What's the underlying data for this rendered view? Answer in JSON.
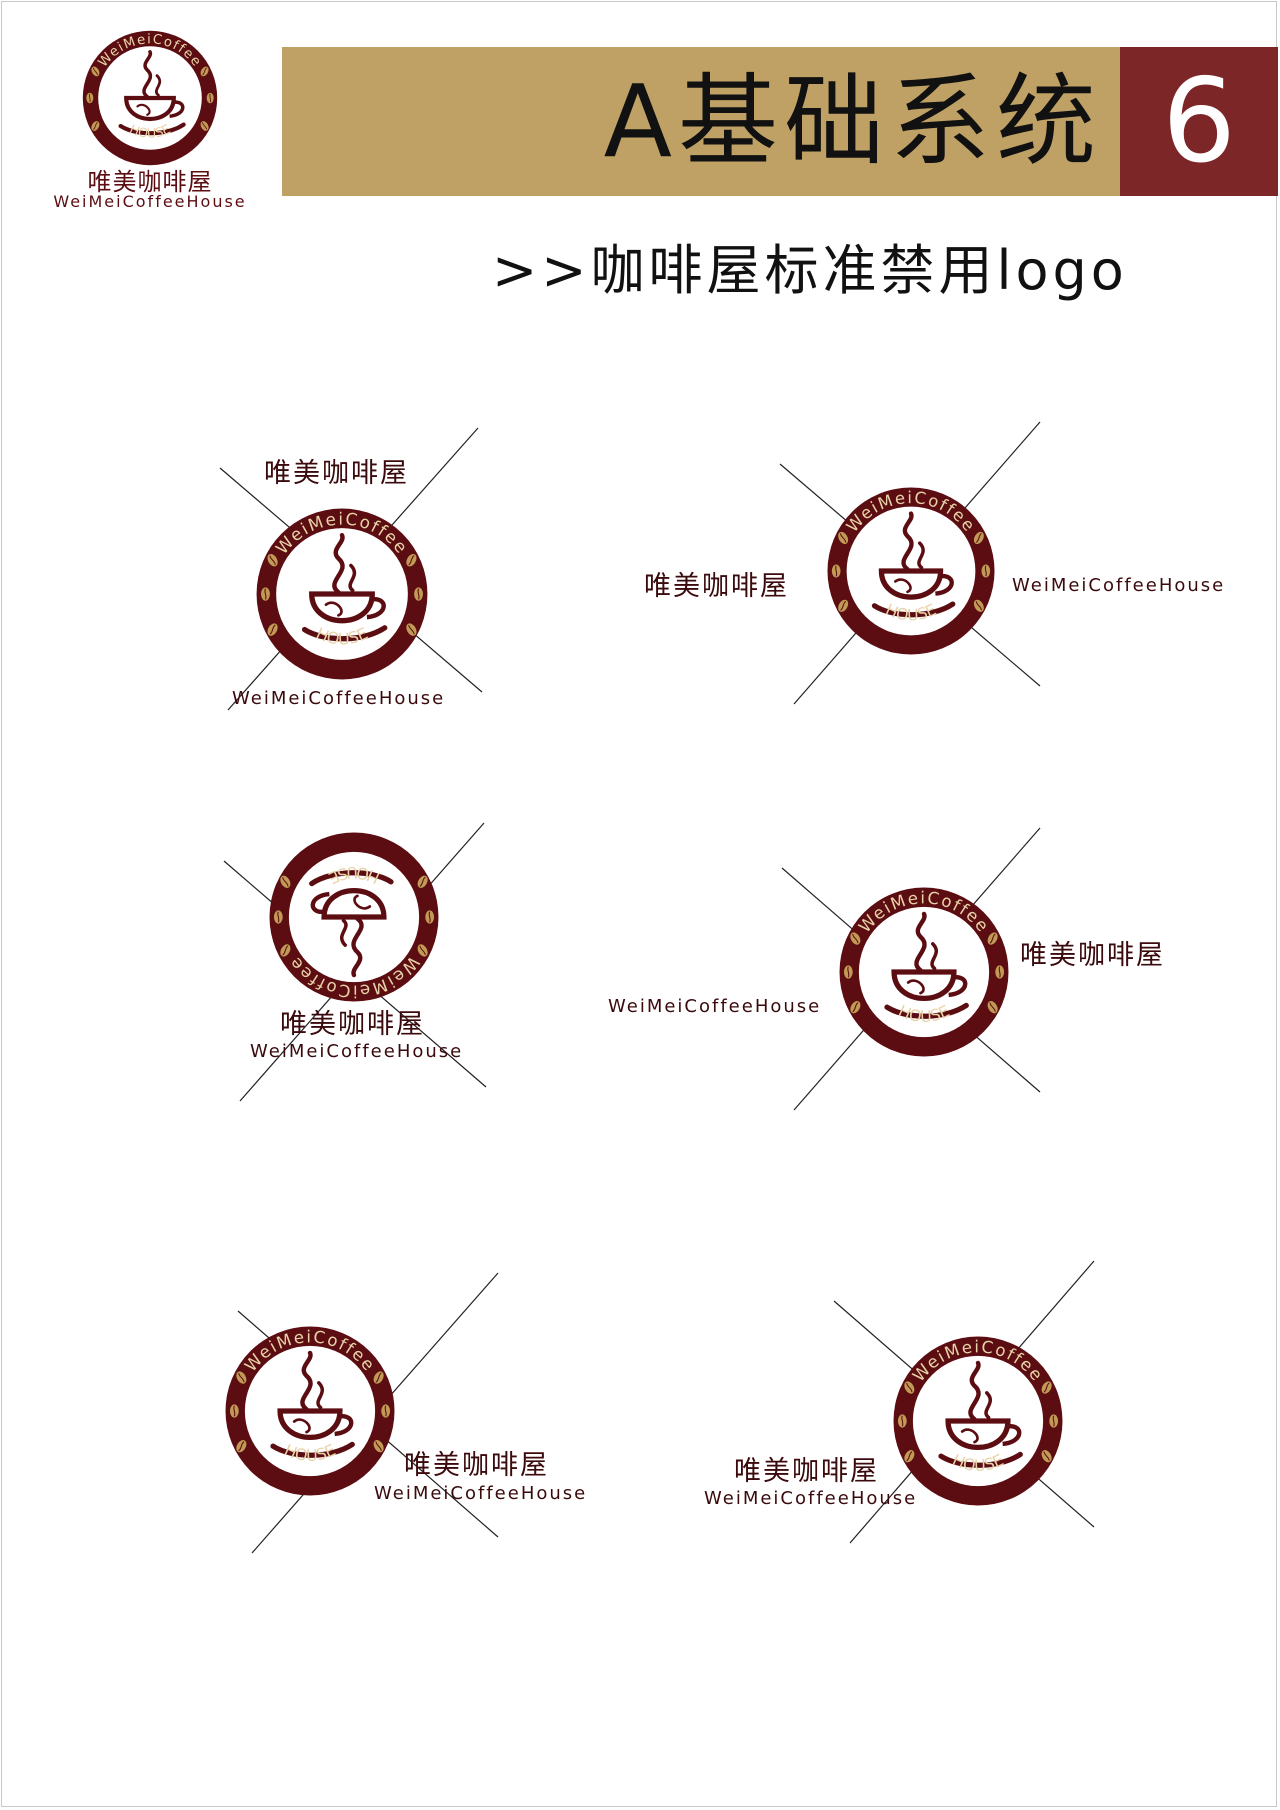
{
  "brand": {
    "name_cn": "唯美咖啡屋",
    "name_en": "WeiMeiCoffeeHouse",
    "ring_top_text": "WeiMeiCoffee",
    "ring_bottom_text": "HOUSE"
  },
  "header": {
    "section_title": "A基础系统",
    "page_number": "6"
  },
  "subtitle": ">>咖啡屋标准禁用logo",
  "colors": {
    "brand_maroon": "#5c0d12",
    "banner_gold": "#bfa165",
    "banner_red": "#7d2628",
    "accent_bean": "#c19a55",
    "text_dark": "#111111"
  },
  "icons": [
    "coffee-cup-icon",
    "coffee-bean-icon",
    "prohibition-cross-icon"
  ]
}
